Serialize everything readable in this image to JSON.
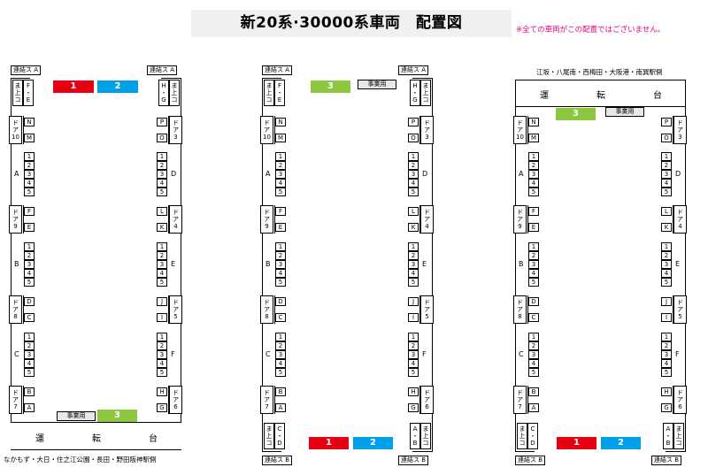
{
  "title": "新20系·30000系車両　配置図",
  "note": "※全ての車両がこの配置ではございません。",
  "coupler_a": "連結ス A",
  "coupler_b": "連結ス B",
  "office_label": "事業用",
  "cab_chars": [
    "運",
    "転",
    "台"
  ],
  "left_station": "なかもず・大日・住之江公園・長田・野田阪神駅側",
  "right_station": "江坂・八尾南・西梅田・大阪港・南巽駅側",
  "colors": {
    "red": "#e60012",
    "blue": "#00a0e9",
    "green": "#8dc63f",
    "pink": "#e6007e"
  },
  "zones": {
    "top_left": [
      "ま",
      "上",
      "コ"
    ],
    "top_left2": [
      "F",
      "・",
      "E"
    ],
    "top_right": [
      "H",
      "・",
      "G"
    ],
    "top_right2": [
      "ま",
      "上",
      "コ"
    ],
    "bot_left": [
      "ま",
      "上",
      "コ"
    ],
    "bot_left2": [
      "C",
      "・",
      "D"
    ],
    "bot_right": [
      "A",
      "・",
      "B"
    ],
    "bot_right2": [
      "ま",
      "上",
      "コ"
    ]
  },
  "left_doors": [
    {
      "door": [
        "ド",
        "ア",
        "10"
      ],
      "seats": [
        "N",
        "M"
      ]
    },
    {
      "door": [
        "ド",
        "ア",
        "9"
      ],
      "seats": [
        "F",
        "E"
      ]
    },
    {
      "door": [
        "ド",
        "ア",
        "8"
      ],
      "seats": [
        "D",
        "C"
      ]
    },
    {
      "door": [
        "ド",
        "ア",
        "7"
      ],
      "seats": [
        "B",
        "A"
      ]
    }
  ],
  "right_doors": [
    {
      "door": [
        "ド",
        "ア",
        "3"
      ],
      "seats": [
        "P",
        "O"
      ]
    },
    {
      "door": [
        "ド",
        "ア",
        "4"
      ],
      "seats": [
        "L",
        "K"
      ]
    },
    {
      "door": [
        "ド",
        "ア",
        "5"
      ],
      "seats": [
        "J",
        "I"
      ]
    },
    {
      "door": [
        "ド",
        "ア",
        "6"
      ],
      "seats": [
        "H",
        "G"
      ]
    }
  ],
  "left_benches": [
    "A",
    "B",
    "C"
  ],
  "right_benches": [
    "D",
    "E",
    "F"
  ],
  "bench_seats": [
    "1",
    "2",
    "3",
    "4",
    "5"
  ],
  "priority": {
    "red": "1",
    "blue": "2",
    "green": "3"
  }
}
